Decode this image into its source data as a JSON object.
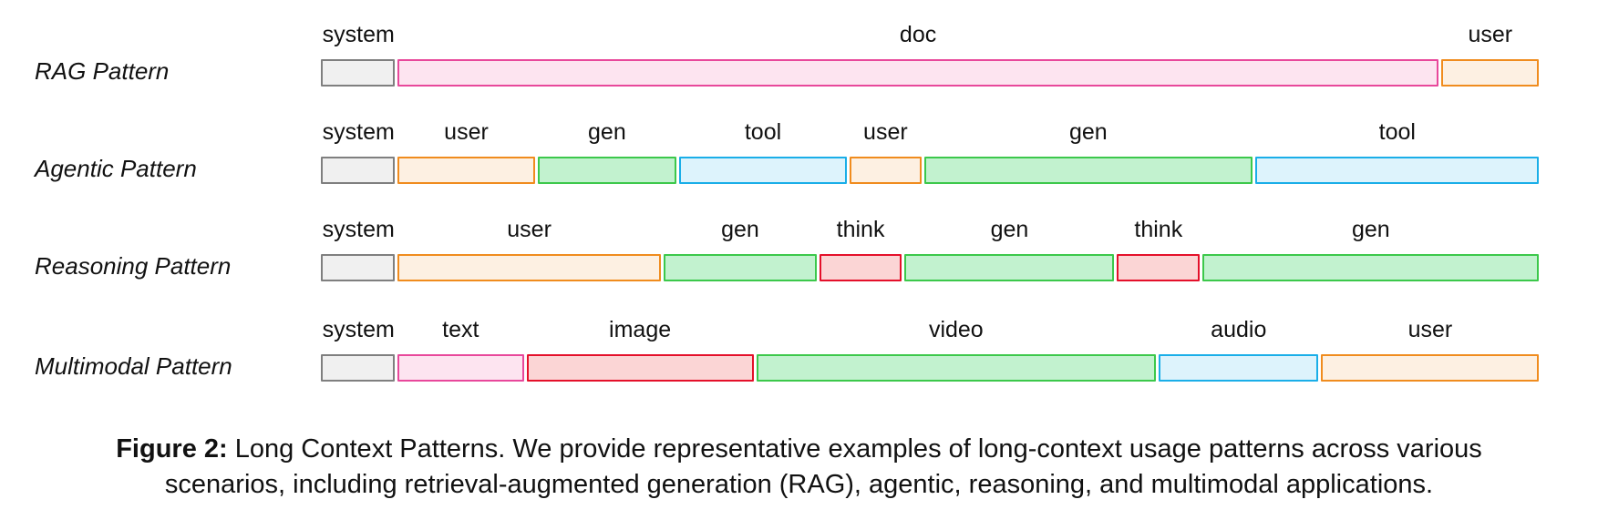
{
  "figure": {
    "rows": [
      {
        "label": "RAG Pattern",
        "segments": [
          {
            "text": "system",
            "kind": "system",
            "span": 0.0617
          },
          {
            "text": "doc",
            "kind": "doc",
            "span": 0.8558
          },
          {
            "text": "user",
            "kind": "user",
            "span": 0.0825
          }
        ]
      },
      {
        "label": "Agentic Pattern",
        "segments": [
          {
            "text": "system",
            "kind": "system",
            "span": 0.0617
          },
          {
            "text": "user",
            "kind": "user",
            "span": 0.115
          },
          {
            "text": "gen",
            "kind": "gen",
            "span": 0.1158
          },
          {
            "text": "tool",
            "kind": "tool",
            "span": 0.14
          },
          {
            "text": "user",
            "kind": "user",
            "span": 0.0608
          },
          {
            "text": "gen",
            "kind": "gen",
            "span": 0.2717
          },
          {
            "text": "tool",
            "kind": "tool",
            "span": 0.235
          }
        ]
      },
      {
        "label": "Reasoning Pattern",
        "segments": [
          {
            "text": "system",
            "kind": "system",
            "span": 0.0617
          },
          {
            "text": "user",
            "kind": "user",
            "span": 0.2183
          },
          {
            "text": "gen",
            "kind": "gen",
            "span": 0.1275
          },
          {
            "text": "think",
            "kind": "think",
            "span": 0.07
          },
          {
            "text": "gen",
            "kind": "gen",
            "span": 0.1742
          },
          {
            "text": "think",
            "kind": "think",
            "span": 0.07
          },
          {
            "text": "gen",
            "kind": "gen",
            "span": 0.2783
          }
        ]
      },
      {
        "label": "Multimodal Pattern",
        "segments": [
          {
            "text": "system",
            "kind": "system",
            "span": 0.0617
          },
          {
            "text": "text",
            "kind": "text",
            "span": 0.1058
          },
          {
            "text": "image",
            "kind": "image",
            "span": 0.1883
          },
          {
            "text": "video",
            "kind": "video",
            "span": 0.33
          },
          {
            "text": "audio",
            "kind": "audio",
            "span": 0.1333
          },
          {
            "text": "user",
            "kind": "user",
            "span": 0.1808
          }
        ]
      }
    ],
    "palette": {
      "system": {
        "fill": "#f0f0f0",
        "stroke": "#7f7f7f"
      },
      "doc": {
        "fill": "#fde4f0",
        "stroke": "#e8489b"
      },
      "user": {
        "fill": "#fdf0e2",
        "stroke": "#f08c1e"
      },
      "gen": {
        "fill": "#c2f2cf",
        "stroke": "#3cc84b"
      },
      "tool": {
        "fill": "#ddf3fc",
        "stroke": "#1aaee8"
      },
      "think": {
        "fill": "#fbd5d5",
        "stroke": "#e4102a"
      },
      "text": {
        "fill": "#fde4f0",
        "stroke": "#e8489b"
      },
      "image": {
        "fill": "#fbd5d5",
        "stroke": "#e4102a"
      },
      "video": {
        "fill": "#c2f2cf",
        "stroke": "#3cc84b"
      },
      "audio": {
        "fill": "#ddf3fc",
        "stroke": "#1aaee8"
      }
    }
  },
  "caption": {
    "figure_number": "Figure 2:",
    "text": "Long Context Patterns. We provide representative examples of long-context usage patterns across various scenarios, including retrieval-augmented generation (RAG), agentic, reasoning, and multimodal applications."
  }
}
